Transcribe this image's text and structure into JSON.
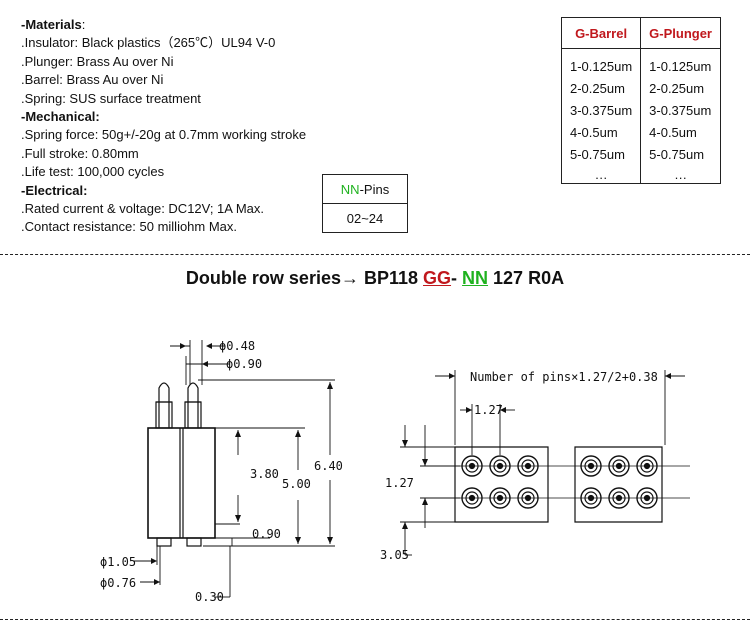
{
  "specs": {
    "materials_heading": "-Materials",
    "materials_colon": ":",
    "insulator": ".Insulator: Black plastics（265℃）UL94 V-0",
    "plunger": ".Plunger: Brass Au over Ni",
    "barrel": ".Barrel: Brass Au over Ni",
    "spring": ".Spring: SUS surface treatment",
    "mechanical_heading": "-Mechanical:",
    "spring_force": ".Spring force: 50g+/-20g at 0.7mm working stroke",
    "full_stroke": ".Full stroke: 0.80mm",
    "life_test": ".Life test: 100,000 cycles",
    "electrical_heading": "-Electrical:",
    "rated": ".Rated current & voltage: DC12V; 1A Max.",
    "contact": ".Contact resistance: 50 milliohm Max."
  },
  "plating_table": {
    "headers": [
      "G-Barrel",
      "G-Plunger"
    ],
    "rows": [
      [
        "1-0.125um",
        "1-0.125um"
      ],
      [
        "2-0.25um",
        "2-0.25um"
      ],
      [
        "3-0.375um",
        "3-0.375um"
      ],
      [
        "4-0.5um",
        "4-0.5um"
      ],
      [
        "5-0.75um",
        "5-0.75um"
      ],
      [
        "…",
        "…"
      ]
    ]
  },
  "pins_table": {
    "header_code": "NN",
    "header_rest": "-Pins",
    "value": "02~24"
  },
  "title": {
    "prefix": "Double row series→ BP118 ",
    "gg": "GG",
    "sep": "- ",
    "nn": "NN",
    "suffix": " 127 R0A"
  },
  "drawing": {
    "dim_048": "ϕ0.48",
    "dim_090_top": "ϕ0.90",
    "dim_380": "3.80",
    "dim_500": "5.00",
    "dim_640": "6.40",
    "dim_090": "0.90",
    "dim_105": "ϕ1.05",
    "dim_076": "ϕ0.76",
    "dim_030": "0.30",
    "pitch_formula": "Number of pins×1.27/2+0.38",
    "dim_127_h": "1.27",
    "dim_127_v": "1.27",
    "dim_305": "3.05"
  },
  "colors": {
    "red": "#c0181d",
    "green": "#1fb21f"
  }
}
